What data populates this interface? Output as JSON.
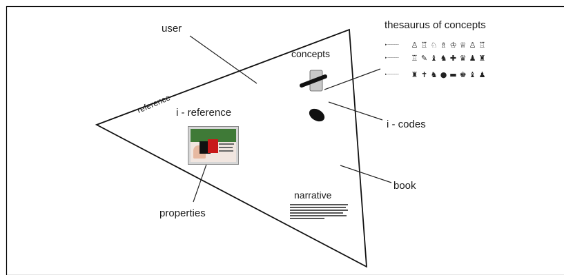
{
  "labels": {
    "user": "user",
    "reference": "reference",
    "i_reference": "i - reference",
    "concepts": "concepts",
    "thesaurus": "thesaurus of concepts",
    "i_codes": "i - codes",
    "book": "book",
    "narrative": "narrative",
    "properties": "properties"
  },
  "thesaurus_rows": [
    {
      "glyphs": [
        "♙",
        "♖",
        "♘",
        "♗",
        "♔",
        "♕",
        "♙",
        "♖"
      ]
    },
    {
      "glyphs": [
        "♖",
        "✎",
        "♝",
        "♞",
        "✚",
        "♛",
        "♟",
        "♜"
      ]
    },
    {
      "glyphs": [
        "♜",
        "✝",
        "♞",
        "●",
        "▬",
        "♚",
        "♝",
        "♟"
      ]
    }
  ]
}
